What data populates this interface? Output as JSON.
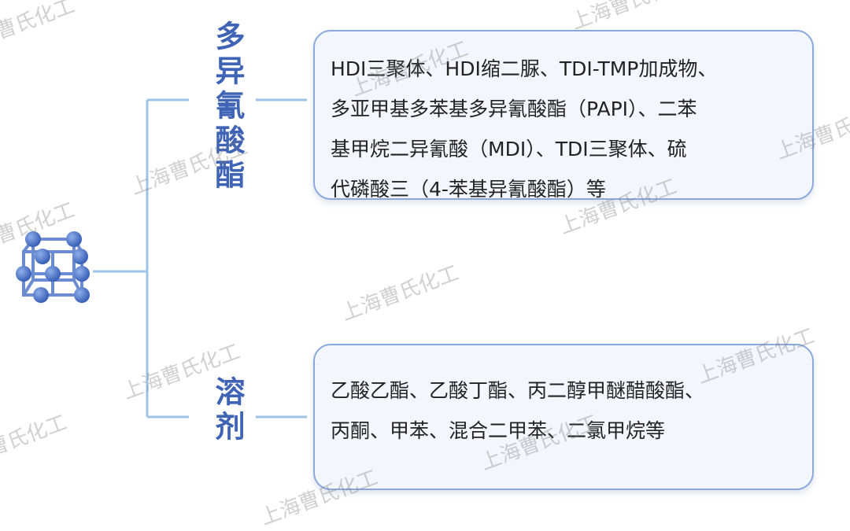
{
  "branches": [
    {
      "heading": "多异氰酸酯",
      "lines": [
        "HDI三聚体、HDI缩二脲、TDI-TMP加成物、",
        "多亚甲基多苯基多异氰酸酯（PAPI）、二苯",
        "基甲烷二异氰酸（MDI）、TDI三聚体、硫",
        "代磷酸三（4-苯基异氰酸酯）等"
      ]
    },
    {
      "heading": "溶剂",
      "lines": [
        "乙酸乙酯、乙酸丁酯、丙二醇甲醚醋酸酯、",
        "丙酮、甲苯、混合二甲苯、二氯甲烷等"
      ]
    }
  ],
  "watermark_text": "上海曹氏化工",
  "colors": {
    "heading": "#3f63b5",
    "connector": "#9dc3e6",
    "box_border": "#8aa8de",
    "box_fill": "#f3f6fc",
    "icon": "#4a72c4"
  }
}
